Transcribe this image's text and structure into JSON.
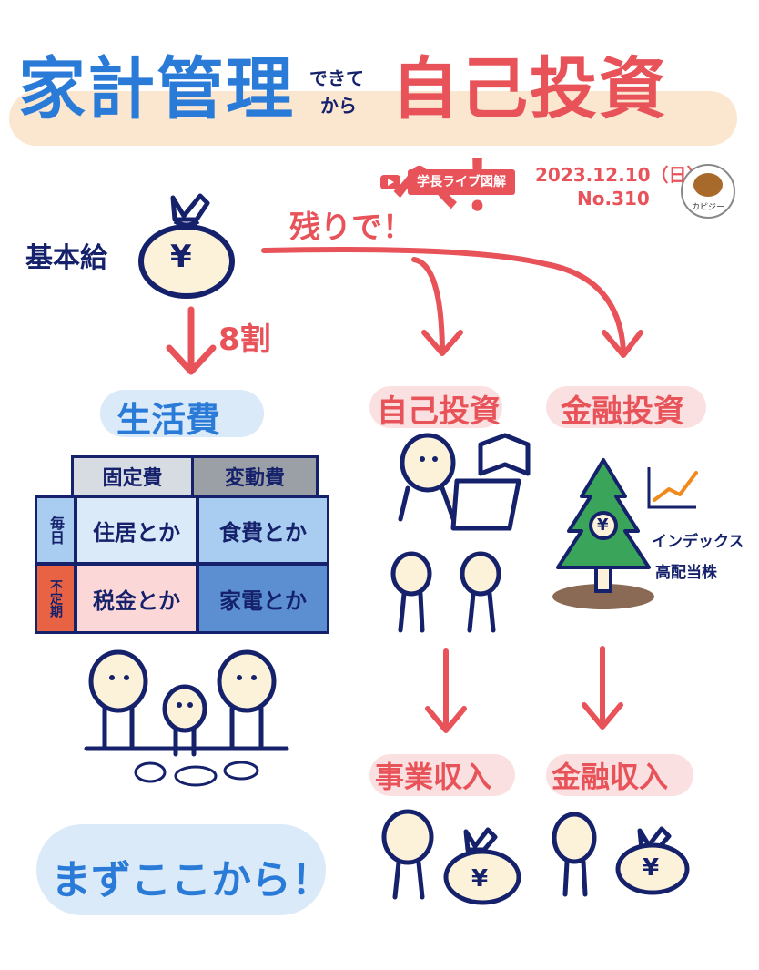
{
  "title": {
    "left": "家計管理",
    "small_top": "できて",
    "small_bottom": "から",
    "right": "自己投資へ！"
  },
  "badge": {
    "label": "学長ライブ図解"
  },
  "meta": {
    "date": "2023.12.10（日）",
    "number": "No.310"
  },
  "avatar": {
    "label": "カピジー"
  },
  "left_top": {
    "label": "基本給",
    "bag_symbol": "¥"
  },
  "remainder": {
    "label": "残りで！"
  },
  "split": {
    "label": "8割"
  },
  "living": {
    "heading": "生活費",
    "table": {
      "col_headers": [
        "固定費",
        "変動費"
      ],
      "row_headers": [
        "毎日",
        "不定期"
      ],
      "cells": [
        [
          "住居とか",
          "食費とか"
        ],
        [
          "税金とか",
          "家電とか"
        ]
      ]
    },
    "closing": "まずここから！"
  },
  "self_invest": {
    "heading": "自己投資",
    "result": "事業収入",
    "bag_symbol": "¥"
  },
  "fin_invest": {
    "heading": "金融投資",
    "tree_symbol": "¥",
    "notes": [
      "インデックス",
      "高配当株"
    ],
    "result": "金融収入",
    "bag_symbol": "¥"
  },
  "colors": {
    "blue": "#2a7bd8",
    "red": "#e8535a",
    "navy": "#15216b",
    "light_blue_pill": "#dbeaf8",
    "pink_pill": "#fbe0e1",
    "peach_band": "#fbe6cf"
  }
}
